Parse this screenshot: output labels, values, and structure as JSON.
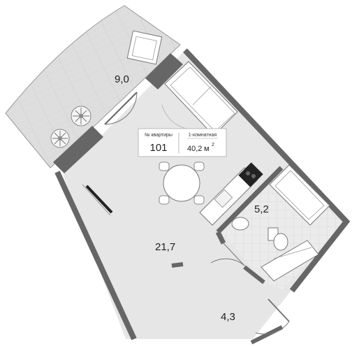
{
  "info_box": {
    "apartment_label": "№ квартиры",
    "apartment_number": "101",
    "rooms_label": "1-комнатная",
    "area_value": "40,2",
    "area_unit": "м",
    "area_unit_sup": "2"
  },
  "rooms": {
    "balcony_area": "9,0",
    "living_area": "21,7",
    "bathroom_area": "5,2",
    "hall_area": "4,3"
  },
  "colors": {
    "wall": "#666666",
    "floor": "#e6e6e6",
    "balcony": "#dedede",
    "tile": "#ebebeb",
    "furniture": "#ffffff"
  }
}
